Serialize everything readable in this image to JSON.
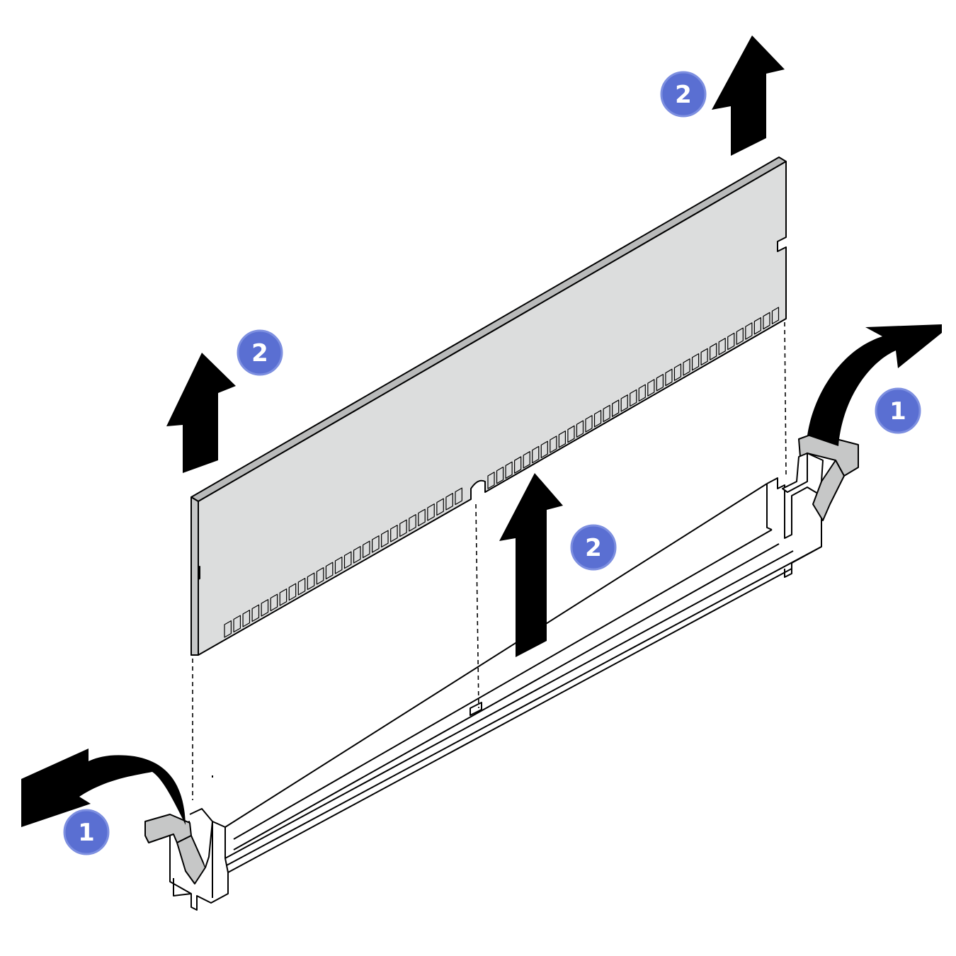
{
  "colors": {
    "background": "#ffffff",
    "module_fill": "#dcdddd",
    "module_top_edge": "#b9baba",
    "socket_fill": "#ffffff",
    "latch_fill": "#c6c7c7",
    "arrow_fill": "#000000",
    "callout_fill": "#5a6fd2",
    "callout_ring": "#7d8fe0"
  },
  "icons": {
    "callout": "numbered-step-circle",
    "open_latch_arrow": "curved-arrow",
    "lift_arrow": "up-arrow"
  },
  "callouts": [
    {
      "number": "1",
      "role": "open-left-retaining-clip"
    },
    {
      "number": "1",
      "role": "open-right-retaining-clip"
    },
    {
      "number": "2",
      "role": "lift-module-left"
    },
    {
      "number": "2",
      "role": "lift-module-center"
    },
    {
      "number": "2",
      "role": "lift-module-right"
    }
  ]
}
